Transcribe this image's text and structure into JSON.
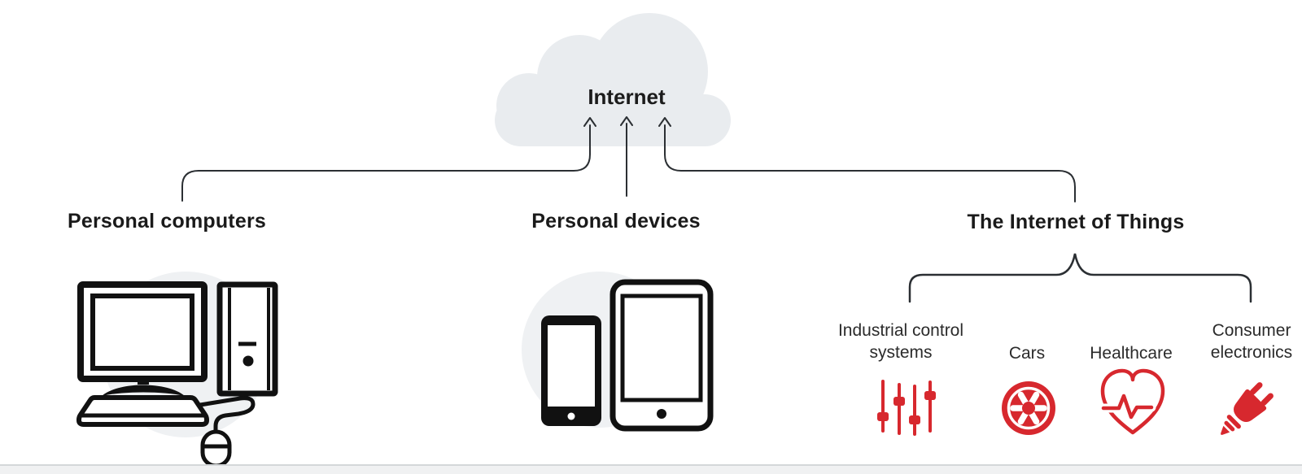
{
  "diagram": {
    "cloud": {
      "label": "Internet"
    },
    "branches": [
      {
        "id": "personal-computers",
        "label": "Personal computers",
        "illustration": "desktop-computer-icon"
      },
      {
        "id": "personal-devices",
        "label": "Personal devices",
        "illustration": "phone-tablet-icon"
      },
      {
        "id": "internet-of-things",
        "label": "The Internet of Things",
        "categories": [
          {
            "label": "Industrial control systems",
            "icon": "sliders-icon"
          },
          {
            "label": "Cars",
            "icon": "wheel-icon"
          },
          {
            "label": "Healthcare",
            "icon": "heart-pulse-icon"
          },
          {
            "label": "Consumer electronics",
            "icon": "power-plug-icon"
          }
        ]
      }
    ],
    "colors": {
      "accent_red": "#d7282e",
      "cloud_gray": "#e9ecef",
      "backdrop_gray": "#eff1f3",
      "line_dark": "#2b2f33"
    }
  }
}
